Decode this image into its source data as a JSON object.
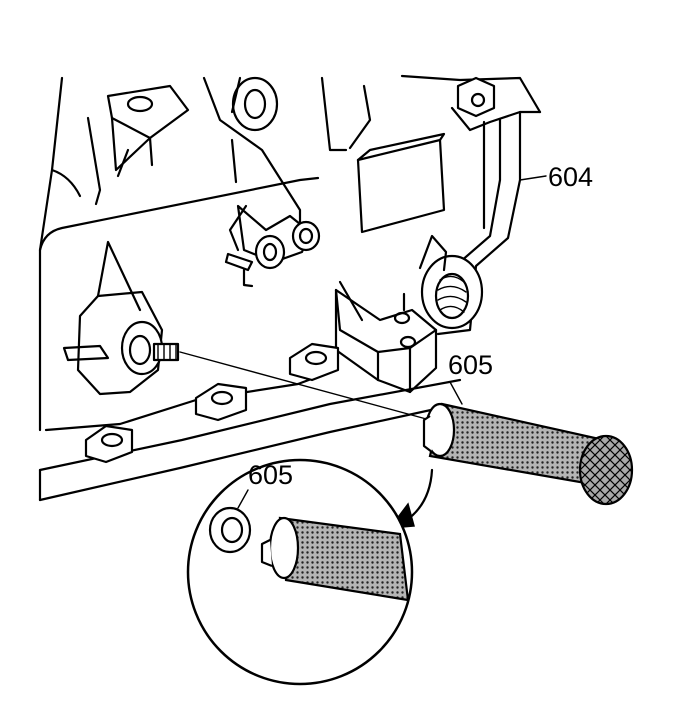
{
  "callouts": {
    "housing": "604",
    "tool": "605",
    "tool_detail": "605"
  },
  "colors": {
    "ink": "#000000",
    "background": "#ffffff",
    "knurl_shade": "#8c8c8c"
  }
}
